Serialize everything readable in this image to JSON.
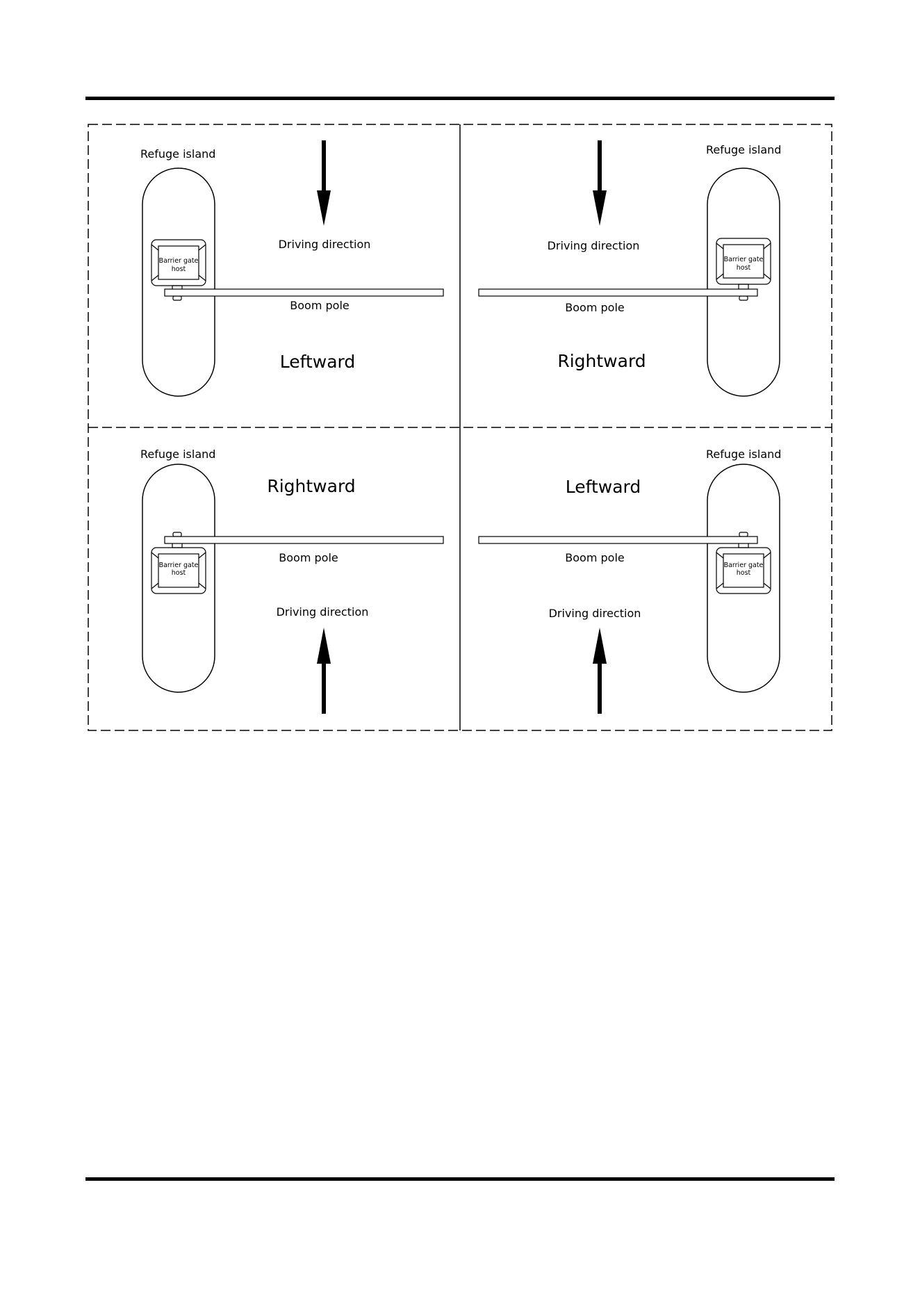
{
  "panels": [
    {
      "title": "Leftward",
      "refuge": "Refuge island",
      "driving": "Driving direction",
      "boom": "Boom pole",
      "host_line1": "Barrier gate",
      "host_line2": "host"
    },
    {
      "title": "Rightward",
      "refuge": "Refuge island",
      "driving": "Driving direction",
      "boom": "Boom pole",
      "host_line1": "Barrier gate",
      "host_line2": "host"
    },
    {
      "title": "Rightward",
      "refuge": "Refuge island",
      "driving": "Driving direction",
      "boom": "Boom pole",
      "host_line1": "Barrier gate",
      "host_line2": "host"
    },
    {
      "title": "Leftward",
      "refuge": "Refuge island",
      "driving": "Driving direction",
      "boom": "Boom pole",
      "host_line1": "Barrier gate",
      "host_line2": "host"
    }
  ],
  "colors": {
    "line": "#000000",
    "background": "#ffffff"
  }
}
